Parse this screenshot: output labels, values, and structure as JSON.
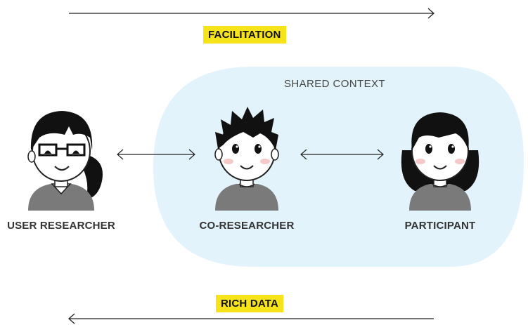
{
  "top_flow": {
    "label": "FACILITATION"
  },
  "bottom_flow": {
    "label": "RICH DATA"
  },
  "shared_context": {
    "label": "SHARED CONTEXT",
    "color": "#e3f3fb"
  },
  "people": [
    {
      "role": "USER RESEARCHER"
    },
    {
      "role": "CO-RESEARCHER"
    },
    {
      "role": "PARTICIPANT"
    }
  ],
  "colors": {
    "highlight": "#f7e31a",
    "hair": "#111111",
    "shirt": "#7a7a7a",
    "blush": "#f6c9c9"
  }
}
